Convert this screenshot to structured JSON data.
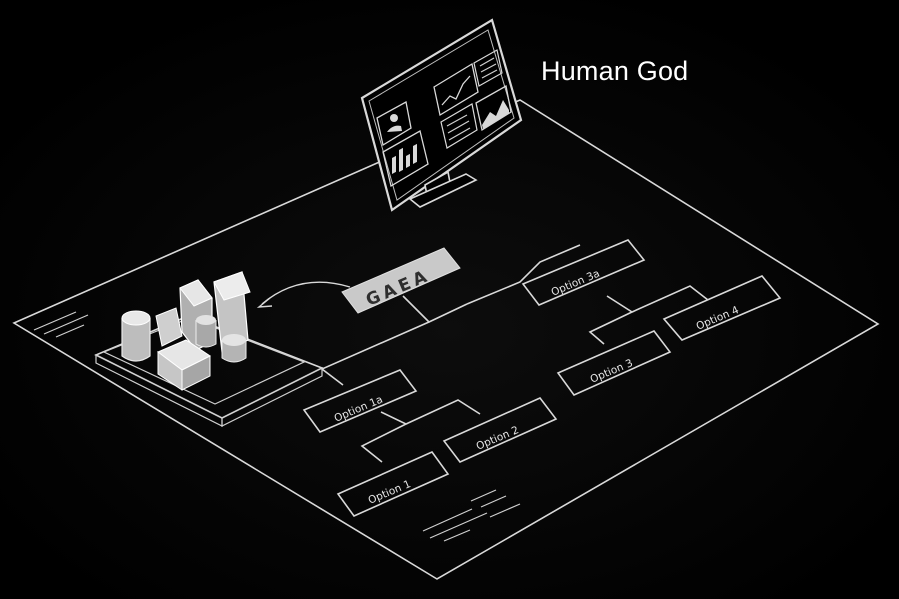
{
  "caption": "Human God",
  "central_node": "GAEA",
  "nodes": {
    "option_1": "Option 1",
    "option_1a": "Option 1a",
    "option_2": "Option 2",
    "option_3": "Option 3",
    "option_3a": "Option 3a",
    "option_4": "Option 4"
  },
  "colors": {
    "background": "#000000",
    "line": "#d9d9d9",
    "gaea_fill": "#c9c9c9"
  },
  "icons": [
    "monitor-icon",
    "user-icon",
    "bar-chart-icon",
    "line-chart-icon",
    "area-chart-icon",
    "3d-shapes-icon"
  ]
}
